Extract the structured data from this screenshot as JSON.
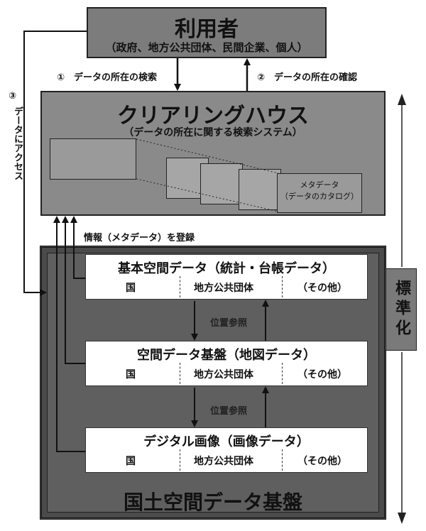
{
  "user": {
    "title": "利用者",
    "subtitle": "（政府、地方公共団体、民間企業、個人）"
  },
  "steps": {
    "step1": "①　データの所在の検索",
    "step2": "②　データの所在の確認",
    "step3_number": "③",
    "step3": "データにアクセス"
  },
  "clearinghouse": {
    "title": "クリアリングハウス",
    "subtitle": "（データの所在に関する検索システム）",
    "metadata_line1": "メタデータ",
    "metadata_line2": "（データのカタログ）"
  },
  "register_label": "情報（メタデータ）を登録",
  "layers": [
    {
      "title": "基本空間データ（統計・台帳データ）",
      "col1": "国",
      "col2": "地方公共団体",
      "col3": "（その他）"
    },
    {
      "title": "空間データ基盤（地図データ）",
      "col1": "国",
      "col2": "地方公共団体",
      "col3": "（その他）"
    },
    {
      "title": "デジタル画像（画像データ）",
      "col1": "国",
      "col2": "地方公共団体",
      "col3": "（その他）"
    }
  ],
  "position_ref": "位置参照",
  "base_title": "国土空間データ基盤",
  "standardization": "標準化",
  "colors": {
    "box_dark": "#7c7c7c",
    "base_dark": "#4b4b4b",
    "line": "#111111"
  }
}
